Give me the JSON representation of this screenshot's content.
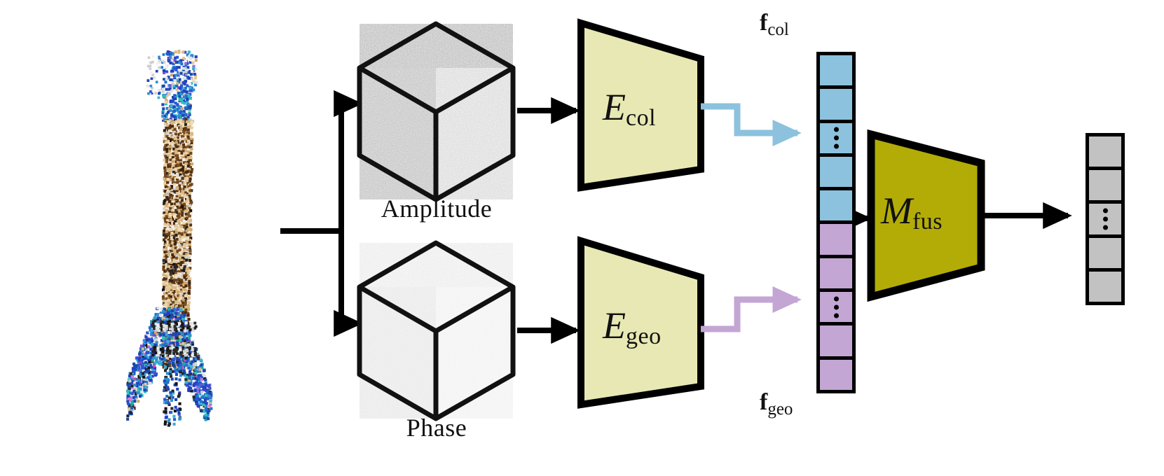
{
  "figure": {
    "title": "Amplitude-Phase dual-encoder feature fusion pipeline",
    "background_color": "#ffffff"
  },
  "inputs": {
    "pointcloud": {
      "name": "guitar-point-cloud",
      "description": "Colored voxel point cloud of an electric guitar"
    }
  },
  "cubes": [
    {
      "id": "amplitude",
      "label": "Amplitude",
      "texture": "dark-noise",
      "top_color": "#9a9a9a",
      "left_color": "#9e9e9e",
      "right_color": "#c9c9c9"
    },
    {
      "id": "phase",
      "label": "Phase",
      "texture": "light-noise",
      "top_color": "#e9e9e9",
      "left_color": "#e4e4e4",
      "right_color": "#f2f2f2"
    }
  ],
  "encoders": [
    {
      "id": "encoder-col",
      "symbol": "E",
      "subscript": "col",
      "fill_color": "#e8e8b4",
      "border_color": "#000000"
    },
    {
      "id": "encoder-geo",
      "symbol": "E",
      "subscript": "geo",
      "fill_color": "#e8e8b4",
      "border_color": "#000000"
    }
  ],
  "fusion": {
    "id": "fusion-module",
    "symbol": "M",
    "subscript": "fus",
    "fill_color": "#b3ac07",
    "border_color": "#000000"
  },
  "feature_vector": {
    "top_label": {
      "symbol": "f",
      "subscript": "col"
    },
    "bottom_label": {
      "symbol": "f",
      "subscript": "geo"
    },
    "segments": [
      {
        "name": "f_col",
        "color": "#8cc2dd",
        "cells": 5,
        "ellipsis_cell_index": 2
      },
      {
        "name": "f_geo",
        "color": "#c3a6d4",
        "cells": 5,
        "ellipsis_cell_index": 2
      }
    ]
  },
  "output_vector": {
    "name": "fused-feature",
    "color": "#c2c2c2",
    "cells": 5,
    "ellipsis_cell_index": 2
  },
  "connections": [
    {
      "from": "point-cloud",
      "to": "input-bus",
      "color": "#000000",
      "style": "solid"
    },
    {
      "from": "input-bus",
      "to": "amplitude-cube",
      "color": "#000000",
      "style": "arrow"
    },
    {
      "from": "input-bus",
      "to": "phase-cube",
      "color": "#000000",
      "style": "arrow"
    },
    {
      "from": "amplitude-cube",
      "to": "encoder-col",
      "color": "#000000",
      "style": "arrow"
    },
    {
      "from": "phase-cube",
      "to": "encoder-geo",
      "color": "#000000",
      "style": "arrow"
    },
    {
      "from": "encoder-col",
      "to": "f_col",
      "color": "#8cc2dd",
      "style": "elbow-arrow"
    },
    {
      "from": "encoder-geo",
      "to": "f_geo",
      "color": "#c3a6d4",
      "style": "elbow-arrow"
    },
    {
      "from": "feature-vector",
      "to": "fusion-module",
      "color": "#000000",
      "style": "arrow"
    },
    {
      "from": "fusion-module",
      "to": "output-vector",
      "color": "#000000",
      "style": "arrow"
    }
  ],
  "colors": {
    "blue_feature": "#8cc2dd",
    "purple_feature": "#c3a6d4",
    "encoder_yellow": "#e8e8b4",
    "fusion_olive": "#b3ac07",
    "output_gray": "#c2c2c2",
    "stroke": "#000000"
  }
}
